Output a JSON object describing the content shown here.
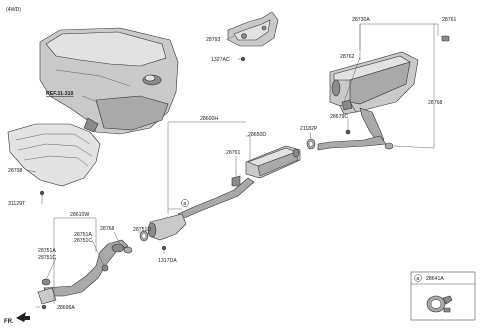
{
  "header": {
    "variant": "(4WD)"
  },
  "reference": {
    "label": "REF.31-310"
  },
  "labels": {
    "p28793": "28793",
    "p1327AC": "1327AC",
    "p28730A": "28730A",
    "p28761_top": "28761",
    "p28762": "28762",
    "p28679C": "28679C",
    "p28768_right": "28768",
    "p21182P": "21182P",
    "p28600H": "28600H",
    "p28650D": "28650D",
    "p28761_mid": "28761",
    "p28798": "28798",
    "p31129T": "31129T",
    "p28610W": "28610W",
    "p28768_left": "28768",
    "p28751A_1": "28751A",
    "p28751C_1": "28751C",
    "p28751D": "28751D",
    "p28751A_2": "28751A",
    "p28751C_2": "28751C",
    "p1317DA": "1317DA",
    "p28696A": "28696A"
  },
  "callout": {
    "marker": "a"
  },
  "inset": {
    "marker": "a",
    "part": "28641A"
  },
  "footer": {
    "direction": "FR."
  },
  "colors": {
    "part_fill": "#c9c9c9",
    "part_shade": "#8a8a8a",
    "line": "#555555"
  }
}
